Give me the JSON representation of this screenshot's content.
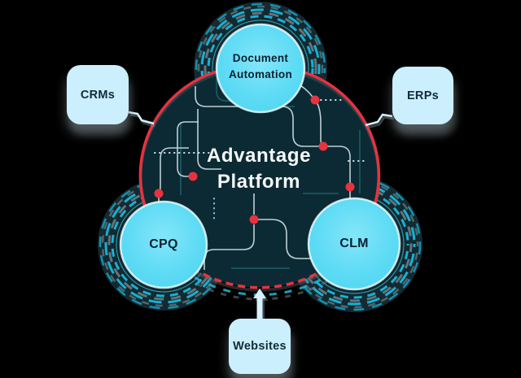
{
  "canvas": {
    "background": "#000000"
  },
  "platform": {
    "title_line1": "Advantage",
    "title_line2": "Platform",
    "nodes": {
      "document_automation": {
        "line1": "Document",
        "line2": "Automation"
      },
      "cpq": {
        "label": "CPQ"
      },
      "clm": {
        "label": "CLM"
      }
    }
  },
  "integrations": {
    "crms": {
      "label": "CRMs"
    },
    "erps": {
      "label": "ERPs"
    },
    "websites": {
      "label": "Websites"
    }
  },
  "colors": {
    "background": "#000000",
    "platform_fill": "#0c2a33",
    "platform_border_red": "#e73241",
    "node_fill_cyan": "#58d9f4",
    "ring_teal": "#16b2d4",
    "ring_gray": "#7e8e93",
    "integration_box_fill": "#cbeffd",
    "connector_light_blue": "#d6f2fc",
    "title_text": "#f4f8f9",
    "node_text": "#0a2130",
    "box_text": "#122a3a",
    "junction_dot_red": "#e8323e",
    "circuit_line_light": "#c8d9de",
    "circuit_line_teal": "#1d6671"
  }
}
